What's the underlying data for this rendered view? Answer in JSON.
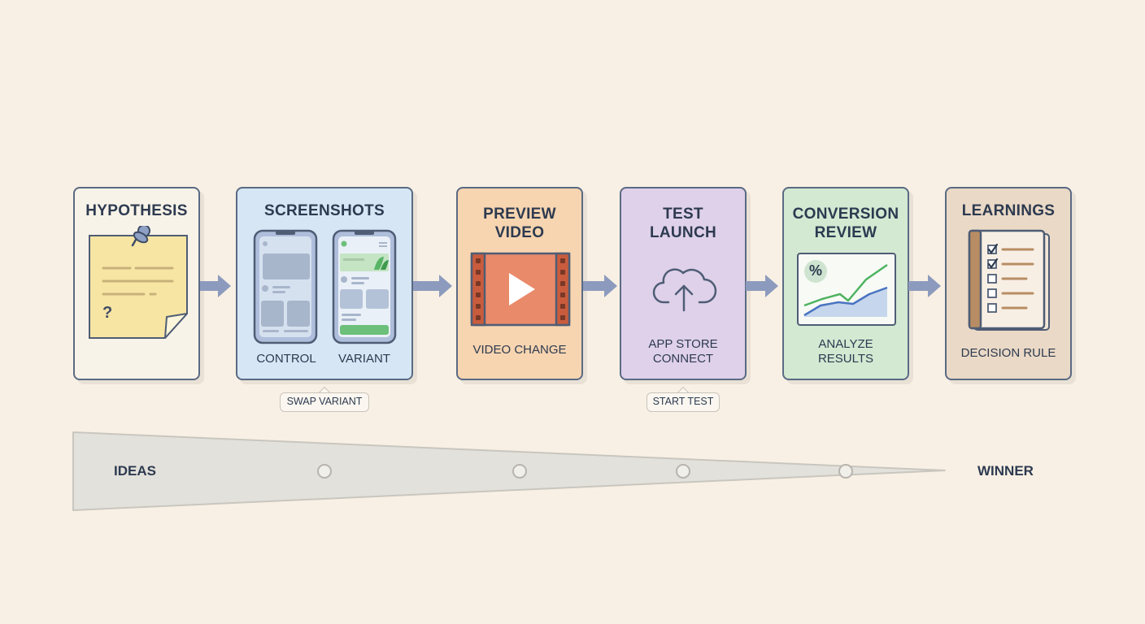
{
  "stages": [
    {
      "title": "HYPOTHESIS",
      "caption": ""
    },
    {
      "title": "SCREENSHOTS",
      "caption_left": "CONTROL",
      "caption_right": "VARIANT"
    },
    {
      "title_line1": "PREVIEW",
      "title_line2": "VIDEO",
      "caption": "VIDEO CHANGE"
    },
    {
      "title_line1": "TEST",
      "title_line2": "LAUNCH",
      "caption_line1": "APP STORE",
      "caption_line2": "CONNECT"
    },
    {
      "title_line1": "CONVERSION",
      "title_line2": "REVIEW",
      "caption_line1": "ANALYZE",
      "caption_line2": "RESULTS"
    },
    {
      "title": "LEARNINGS",
      "caption": "DECISION RULE"
    }
  ],
  "sticky_note_mark": "?",
  "chart_badge": "%",
  "callouts": {
    "swap": "SWAP VARIANT",
    "start": "START TEST"
  },
  "funnel": {
    "start_label": "IDEAS",
    "end_label": "WINNER"
  },
  "colors": {
    "background": "#f8f0e4",
    "hypothesis": "#f8f3e8",
    "screenshots": "#d6e6f5",
    "video": "#f7d5b0",
    "launch": "#dfd1ea",
    "review": "#d3e9d2",
    "learnings": "#ead9c6",
    "arrow": "#8c9bbd",
    "funnel": "#e3e1db"
  }
}
